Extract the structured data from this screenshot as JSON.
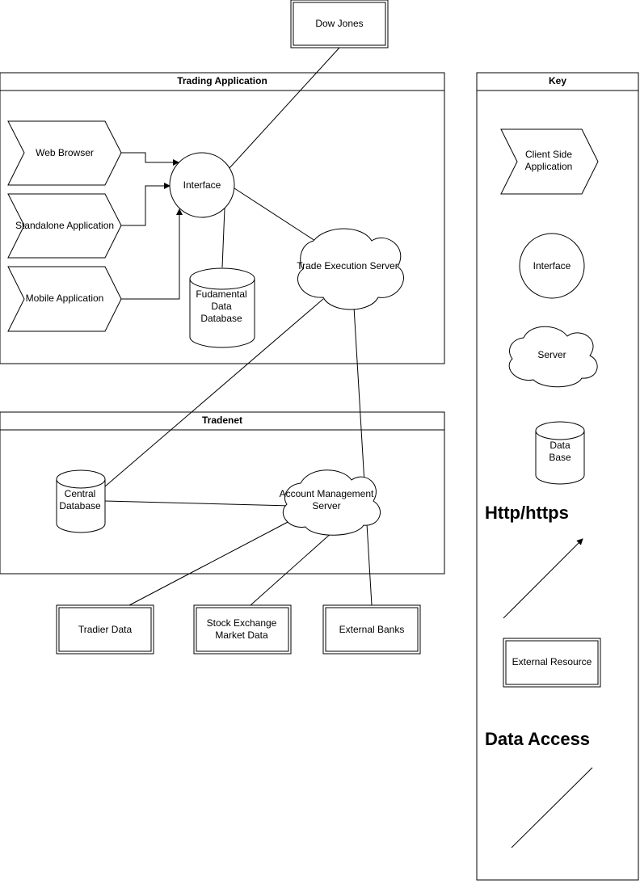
{
  "external": {
    "dow_jones": "Dow Jones",
    "tradier": "Tradier Data",
    "stock_exchange": [
      "Stock Exchange",
      "Market Data"
    ],
    "external_banks": "External Banks"
  },
  "trading_app": {
    "title": "Trading Application",
    "web_browser": "Web Browser",
    "standalone": "Standalone Application",
    "mobile": "Mobile Application",
    "interface": "Interface",
    "fundamental_db": [
      "Fudamental",
      "Data",
      "Database"
    ],
    "trade_server": "Trade Execution Server"
  },
  "tradenet": {
    "title": "Tradenet",
    "central_db": [
      "Central",
      "Database"
    ],
    "account_server": [
      "Account Management",
      "Server"
    ]
  },
  "key": {
    "title": "Key",
    "client": [
      "Client Side",
      "Application"
    ],
    "interface": "Interface",
    "server": "Server",
    "database": [
      "Data",
      "Base"
    ],
    "http": "Http/https",
    "external": "External Resource",
    "data_access": "Data Access"
  }
}
